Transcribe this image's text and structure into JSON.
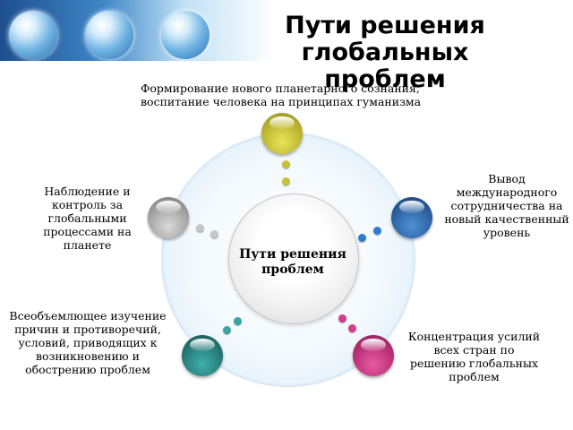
{
  "title": "Пути решения глобальных проблем",
  "center_label": "Пути решения проблем",
  "nodes": {
    "top": {
      "text": "Формирование нового планетарного сознания, воспитание человека на принципах гуманизма",
      "color": "#c8c23a"
    },
    "left": {
      "text": "Наблюдение и контроль за глобальными процессами на планете",
      "color": "#9a9a9a"
    },
    "right": {
      "text": "Вывод международного сотрудничества на новый качественный уровень",
      "color": "#2f64a8"
    },
    "bottom_left": {
      "text": "Всеобъемлющее изучение причин и противоречий, условий, приводящих к возникновению и обострению проблем",
      "color": "#2a8a8a"
    },
    "bottom_right": {
      "text": "Концентрация усилий всех стран по решению глобальных проблем",
      "color": "#c8357d"
    }
  }
}
